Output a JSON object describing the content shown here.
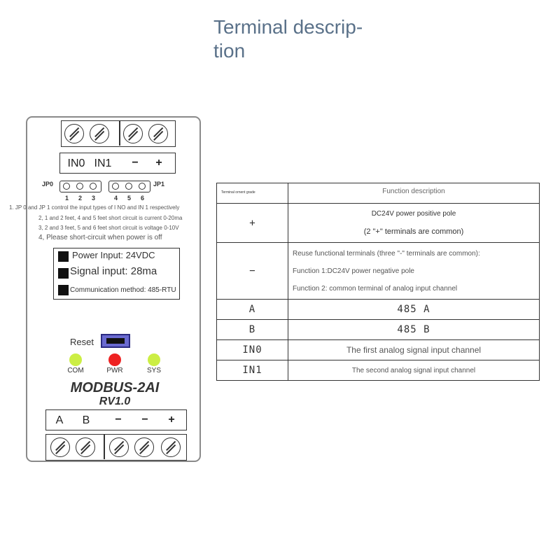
{
  "title": "Terminal descrip- tion",
  "module": {
    "top_terminal_labels": [
      "IN0",
      "IN1",
      "−",
      "+"
    ],
    "jumpers": {
      "left_label": "JP0",
      "right_label": "JP1",
      "left_pins": [
        "1",
        "2",
        "3"
      ],
      "right_pins": [
        "4",
        "5",
        "6"
      ]
    },
    "notes": [
      "1. JP 0 and JP 1 control the input types of I NO and IN 1 respectively",
      "2, 1 and 2 feet, 4 and 5 feet short circuit is current 0-20ma",
      "3, 2 and 3 feet, 5 and 6 feet short circuit is voltage 0-10V",
      "4, Please short-circuit when power is off"
    ],
    "info": [
      "Power Input: 24VDC",
      "Signal input: 28ma",
      "Communication method: 485-RTU"
    ],
    "reset_label": "Reset",
    "leds": [
      {
        "label": "COM",
        "color": "#ccee44"
      },
      {
        "label": "PWR",
        "color": "#ee2222"
      },
      {
        "label": "SYS",
        "color": "#ccee44"
      }
    ],
    "model": "MODBUS-2AI",
    "version": "RV1.0",
    "bottom_terminal_labels": [
      "A",
      "B",
      "−",
      "−",
      "+"
    ]
  },
  "table": {
    "header": [
      "Terminal ornent grade",
      "Function description"
    ],
    "rows": [
      {
        "terminal": "+",
        "lines": [
          "DC24V power positive pole",
          "(2 \"+\" terminals are common)"
        ]
      },
      {
        "terminal": "−",
        "lines": [
          "Reuse functional terminals (three \"-\" terminals are common):",
          "Function 1:DC24V power negative pole",
          "Function 2: common terminal of analog input channel"
        ]
      },
      {
        "terminal": "A",
        "lines": [
          "485 A"
        ]
      },
      {
        "terminal": "B",
        "lines": [
          "485 B"
        ]
      },
      {
        "terminal": "IN0",
        "lines": [
          "The first analog signal input channel"
        ]
      },
      {
        "terminal": "IN1",
        "lines": [
          "The second analog signal input channel"
        ]
      }
    ]
  }
}
